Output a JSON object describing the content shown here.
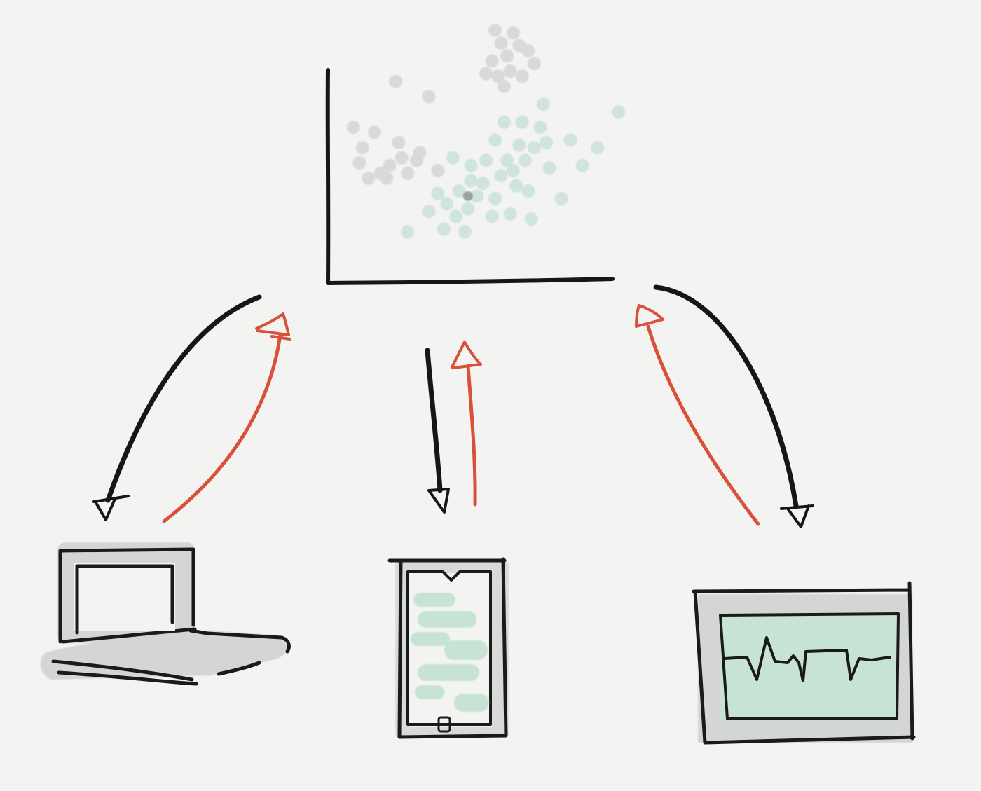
{
  "colors": {
    "background": "#f3f3f1",
    "ink": "#161616",
    "return_arrow": "#d9503b",
    "cluster_a": "#d9dad8",
    "cluster_b": "#cfe4da",
    "highlight_point": "#9aa39e",
    "device_grey": "#d3d6d3",
    "device_green": "#c7e3d6"
  },
  "diagram": {
    "center_node": {
      "kind": "scatter-plot",
      "clusters": [
        {
          "name": "grey-cluster",
          "color_key": "cluster_a",
          "points": [
            [
              0.08,
              0.6
            ],
            [
              0.15,
              0.58
            ],
            [
              0.2,
              0.45
            ],
            [
              0.11,
              0.52
            ],
            [
              0.23,
              0.54
            ],
            [
              0.19,
              0.4
            ],
            [
              0.24,
              0.48
            ],
            [
              0.29,
              0.47
            ],
            [
              0.17,
              0.42
            ],
            [
              0.13,
              0.4
            ],
            [
              0.26,
              0.42
            ],
            [
              0.33,
              0.72
            ],
            [
              0.22,
              0.78
            ],
            [
              0.1,
              0.46
            ],
            [
              0.3,
              0.5
            ],
            [
              0.36,
              0.43
            ],
            [
              0.55,
              0.98
            ],
            [
              0.61,
              0.97
            ],
            [
              0.57,
              0.93
            ],
            [
              0.63,
              0.92
            ],
            [
              0.66,
              0.9
            ],
            [
              0.59,
              0.88
            ],
            [
              0.54,
              0.86
            ],
            [
              0.68,
              0.85
            ],
            [
              0.6,
              0.82
            ],
            [
              0.56,
              0.8
            ],
            [
              0.64,
              0.8
            ],
            [
              0.52,
              0.81
            ],
            [
              0.58,
              0.76
            ]
          ]
        },
        {
          "name": "green-cluster",
          "color_key": "cluster_b",
          "points": [
            [
              0.26,
              0.19
            ],
            [
              0.38,
              0.2
            ],
            [
              0.45,
              0.19
            ],
            [
              0.33,
              0.27
            ],
            [
              0.39,
              0.3
            ],
            [
              0.46,
              0.28
            ],
            [
              0.49,
              0.33
            ],
            [
              0.43,
              0.35
            ],
            [
              0.55,
              0.32
            ],
            [
              0.51,
              0.38
            ],
            [
              0.57,
              0.41
            ],
            [
              0.62,
              0.37
            ],
            [
              0.61,
              0.43
            ],
            [
              0.65,
              0.47
            ],
            [
              0.66,
              0.35
            ],
            [
              0.73,
              0.44
            ],
            [
              0.72,
              0.54
            ],
            [
              0.71,
              0.69
            ],
            [
              0.8,
              0.55
            ],
            [
              0.68,
              0.52
            ],
            [
              0.59,
              0.47
            ],
            [
              0.52,
              0.47
            ],
            [
              0.47,
              0.45
            ],
            [
              0.55,
              0.55
            ],
            [
              0.63,
              0.53
            ],
            [
              0.7,
              0.6
            ],
            [
              0.58,
              0.62
            ],
            [
              0.64,
              0.62
            ],
            [
              0.47,
              0.39
            ],
            [
              0.36,
              0.34
            ],
            [
              0.41,
              0.48
            ],
            [
              0.77,
              0.32
            ],
            [
              0.6,
              0.26
            ],
            [
              0.67,
              0.24
            ],
            [
              0.54,
              0.25
            ],
            [
              0.42,
              0.25
            ],
            [
              0.84,
              0.45
            ],
            [
              0.89,
              0.52
            ],
            [
              0.96,
              0.66
            ]
          ]
        }
      ],
      "highlight": [
        0.46,
        0.33
      ]
    },
    "client_nodes": [
      {
        "name": "laptop",
        "kind": "laptop-icon"
      },
      {
        "name": "phone",
        "kind": "phone-icon"
      },
      {
        "name": "monitor",
        "kind": "monitor-icon"
      }
    ],
    "flows": [
      {
        "from": "scatter-plot",
        "to": "laptop",
        "style": "ink"
      },
      {
        "from": "laptop",
        "to": "scatter-plot",
        "style": "return_arrow"
      },
      {
        "from": "scatter-plot",
        "to": "phone",
        "style": "ink"
      },
      {
        "from": "phone",
        "to": "scatter-plot",
        "style": "return_arrow"
      },
      {
        "from": "scatter-plot",
        "to": "monitor",
        "style": "ink"
      },
      {
        "from": "monitor",
        "to": "scatter-plot",
        "style": "return_arrow"
      }
    ]
  }
}
